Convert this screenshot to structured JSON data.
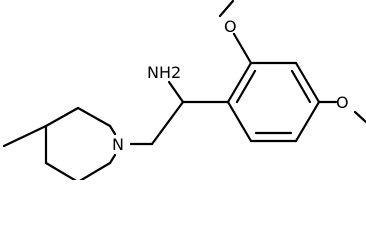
{
  "molecule": {
    "atom_labels": {
      "amine": "NH2",
      "piperidine_nitrogen": "N",
      "ortho_oxygen": "O",
      "para_oxygen": "O"
    }
  }
}
